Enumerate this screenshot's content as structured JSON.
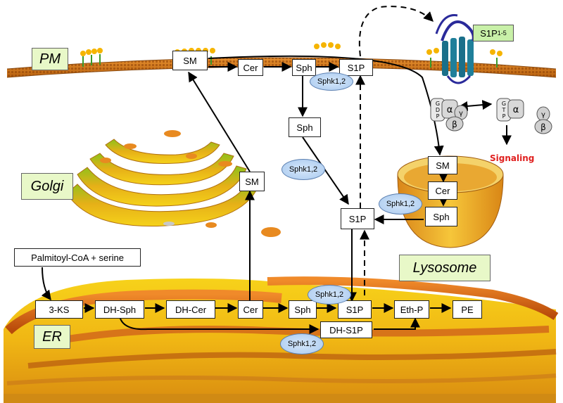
{
  "regions": {
    "pm": "PM",
    "golgi": "Golgi",
    "er": "ER",
    "lysosome": "Lysosome"
  },
  "receptor": {
    "label_main": "S1P",
    "label_sub": "1-5"
  },
  "g_protein": {
    "gdp_letters": [
      "G",
      "D",
      "P"
    ],
    "gtp_letters": [
      "G",
      "T",
      "P"
    ],
    "alpha": "α",
    "beta": "β",
    "gamma": "γ",
    "signaling": "Signaling"
  },
  "nodes": {
    "pm_sm": "SM",
    "pm_cer": "Cer",
    "pm_sph": "Sph",
    "pm_s1p": "S1P",
    "mid_sph": "Sph",
    "golgi_sm": "SM",
    "cyto_s1p": "S1P",
    "lys_sm": "SM",
    "lys_cer": "Cer",
    "lys_sph": "Sph",
    "precursor": "Palmitoyl-CoA + serine",
    "er_3ks": "3-KS",
    "er_dhsph": "DH-Sph",
    "er_dhcer": "DH-Cer",
    "er_cer": "Cer",
    "er_sph": "Sph",
    "er_s1p": "S1P",
    "er_ethp": "Eth-P",
    "er_pe": "PE",
    "er_dhs1p": "DH-S1P"
  },
  "enzymes": {
    "sphk_pm": "Sphk1,2",
    "sphk_mid": "Sphk1,2",
    "sphk_lys": "Sphk1,2",
    "sphk_er": "Sphk1,2",
    "sphk_er2": "Sphk1,2"
  },
  "colors": {
    "membrane": "#c66a12",
    "organelle_yellow": "#f5c518",
    "organelle_orange": "#d96a10",
    "receptor": "#1a6f8a",
    "enzyme": "#a9c9ee",
    "region_fill": "#e8f8c8",
    "signaling": "#e0201f"
  }
}
